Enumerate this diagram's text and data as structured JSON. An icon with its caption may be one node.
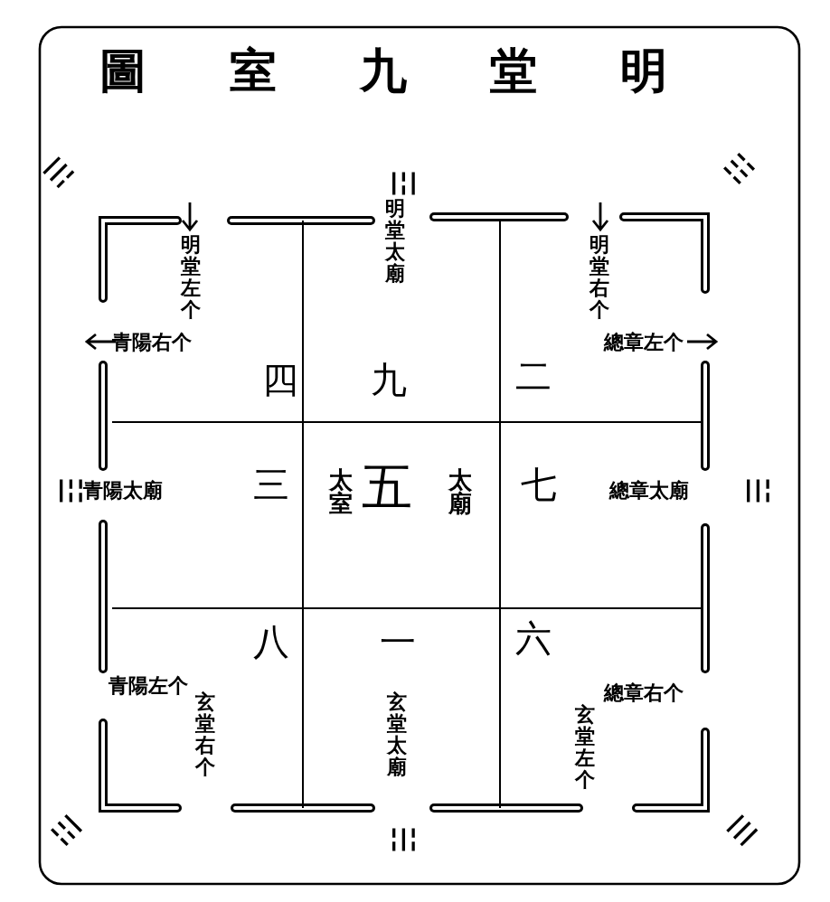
{
  "diagram": {
    "title": "圖室九堂明",
    "nodes": [
      {
        "text": [
          "四"
        ]
      },
      {
        "text": [
          "九"
        ]
      },
      {
        "text": [
          "二"
        ]
      },
      {
        "text": [
          "三"
        ]
      },
      {
        "text": [
          "太室",
          "五",
          "太廟"
        ]
      },
      {
        "text": [
          "七"
        ]
      },
      {
        "text": [
          "八"
        ]
      },
      {
        "text": [
          "一"
        ]
      },
      {
        "text": [
          "六"
        ]
      }
    ],
    "labels": [
      "☴",
      "明堂左个",
      "青陽右个",
      "☲",
      "明堂太廟",
      "☷",
      "明堂右个",
      "總章左个",
      "☳",
      "青陽太廟",
      "總章太廟",
      "☱",
      "玄堂右个",
      "青陽左个",
      "玄堂太廟",
      "☵",
      "玄堂左个",
      "總章右个",
      "☶",
      "☰"
    ]
  }
}
